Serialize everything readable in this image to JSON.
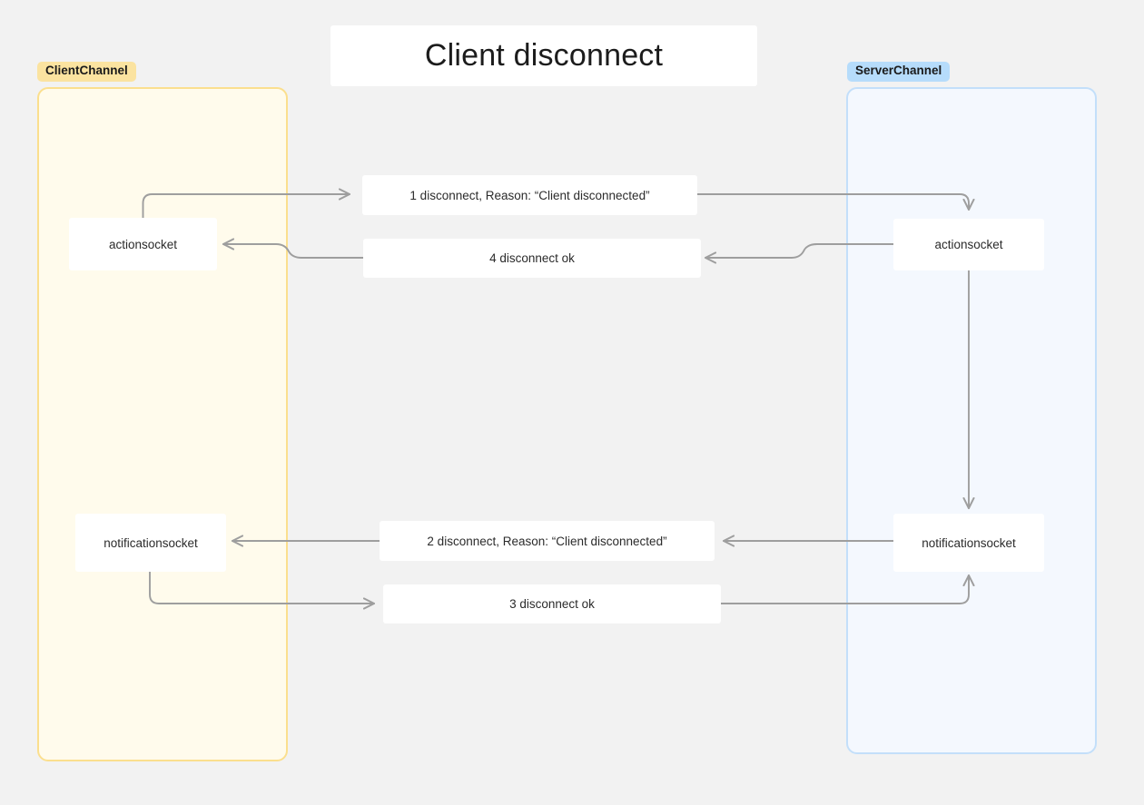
{
  "diagram": {
    "title": "Client disconnect",
    "background_color": "#f2f2f2",
    "edge_color": "#9e9e9e"
  },
  "lanes": [
    {
      "id": "client",
      "badge": "ClientChannel",
      "badge_color": "#fbe3a0",
      "fill_color": "#fffbec",
      "border_color": "#fbdf8e"
    },
    {
      "id": "server",
      "badge": "ServerChannel",
      "badge_color": "#b6dcfb",
      "fill_color": "#f4f8fe",
      "border_color": "#c3dffa"
    }
  ],
  "nodes": [
    {
      "id": "client-actionsocket",
      "label": "actionsocket",
      "lane": "client"
    },
    {
      "id": "client-notificationsocket",
      "label": "notificationsocket",
      "lane": "client"
    },
    {
      "id": "server-actionsocket",
      "label": "actionsocket",
      "lane": "server"
    },
    {
      "id": "server-notificationsocket",
      "label": "notificationsocket",
      "lane": "server"
    }
  ],
  "messages": [
    {
      "seq": "1",
      "label": "1 disconnect, Reason: “Client disconnected”",
      "from": "client-actionsocket",
      "to": "server-actionsocket"
    },
    {
      "seq": "4",
      "label": "4 disconnect ok",
      "from": "server-actionsocket",
      "to": "client-actionsocket"
    },
    {
      "seq": "2",
      "label": "2 disconnect, Reason: “Client disconnected”",
      "from": "server-notificationsocket",
      "to": "client-notificationsocket"
    },
    {
      "seq": "3",
      "label": "3 disconnect ok",
      "from": "client-notificationsocket",
      "to": "server-notificationsocket"
    }
  ],
  "internal_edges": [
    {
      "id": "server-action-to-notification",
      "from": "server-actionsocket",
      "to": "server-notificationsocket"
    }
  ]
}
